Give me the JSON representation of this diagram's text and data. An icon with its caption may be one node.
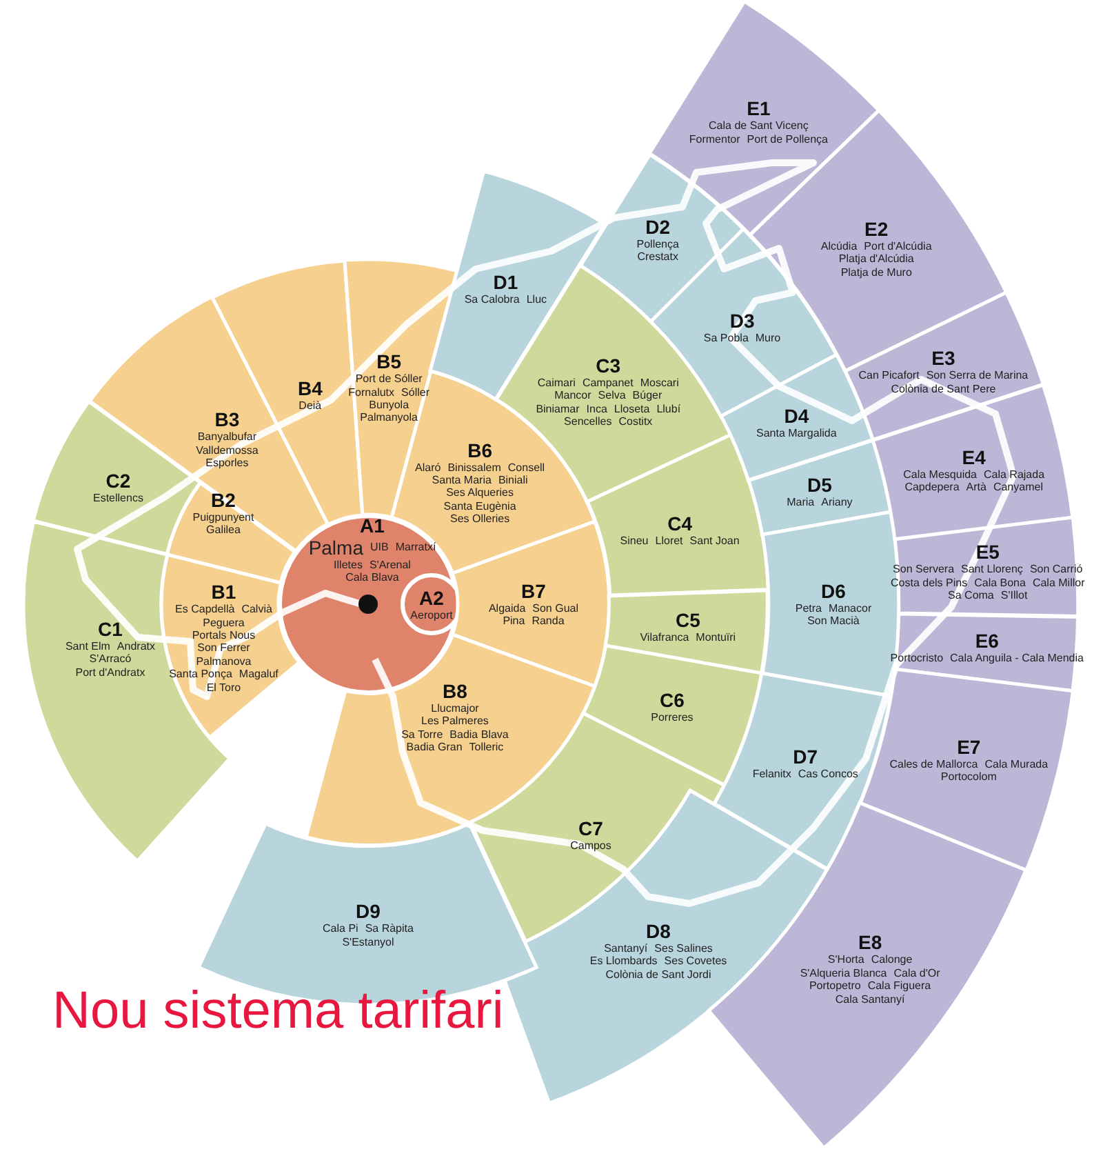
{
  "diagram": {
    "title": "Nou sistema tarifari",
    "nodes": [
      {
        "text": [
          "A1",
          "Palma",
          "UIB",
          "Marratxí",
          "Illetes",
          "S'Arenal",
          "Cala Blava"
        ]
      },
      {
        "text": [
          "A2",
          "Aeroport"
        ],
        "in": 0
      },
      {
        "text": [
          "B1",
          "Es Capdellà",
          "Calvià",
          "Peguera",
          "Portals Nous",
          "Son Ferrer",
          "Palmanova",
          "Santa Ponça",
          "Magaluf",
          "El Toro"
        ]
      },
      {
        "text": [
          "B2",
          "Puigpunyent",
          "Galilea"
        ]
      },
      {
        "text": [
          "B3",
          "Banyalbufar",
          "Valldemossa",
          "Esporles"
        ]
      },
      {
        "text": [
          "B4",
          "Deià"
        ]
      },
      {
        "text": [
          "B5",
          "Port de Sóller",
          "Fornalutx",
          "Sóller",
          "Bunyola",
          "Palmanyola"
        ]
      },
      {
        "text": [
          "B6",
          "Alaró",
          "Binissalem",
          "Consell",
          "Santa Maria",
          "Biniali",
          "Ses Alqueries",
          "Santa Eugènia",
          "Ses Olleries"
        ]
      },
      {
        "text": [
          "B7",
          "Algaida",
          "Son Gual",
          "Pina",
          "Randa"
        ]
      },
      {
        "text": [
          "B8",
          "Llucmajor",
          "Les Palmeres",
          "Sa Torre",
          "Badia Blava",
          "Badia Gran",
          "Tolleric"
        ]
      },
      {
        "text": [
          "C1",
          "Sant Elm",
          "Andratx",
          "S'Arracó",
          "Port d'Andratx"
        ]
      },
      {
        "text": [
          "C2",
          "Estellencs"
        ]
      },
      {
        "text": [
          "C3",
          "Caimari",
          "Campanet",
          "Moscari",
          "Mancor",
          "Selva",
          "Búger",
          "Biniamar",
          "Inca",
          "Lloseta",
          "Llubí",
          "Sencelles",
          "Costitx"
        ]
      },
      {
        "text": [
          "C4",
          "Sineu",
          "Lloret",
          "Sant Joan"
        ]
      },
      {
        "text": [
          "C5",
          "Vilafranca",
          "Montuïri"
        ]
      },
      {
        "text": [
          "C6",
          "Porreres"
        ]
      },
      {
        "text": [
          "C7",
          "Campos"
        ]
      },
      {
        "text": [
          "D1",
          "Sa Calobra",
          "Lluc"
        ]
      },
      {
        "text": [
          "D2",
          "Pollença",
          "Crestatx"
        ]
      },
      {
        "text": [
          "D3",
          "Sa Pobla",
          "Muro"
        ]
      },
      {
        "text": [
          "D4",
          "Santa Margalida"
        ]
      },
      {
        "text": [
          "D5",
          "Maria",
          "Ariany"
        ]
      },
      {
        "text": [
          "D6",
          "Petra",
          "Manacor",
          "Son Macià"
        ]
      },
      {
        "text": [
          "D7",
          "Felanitx",
          "Cas Concos"
        ]
      },
      {
        "text": [
          "D8",
          "Santanyí",
          "Ses Salines",
          "Es Llombards",
          "Ses Covetes",
          "Colònia de Sant Jordi"
        ]
      },
      {
        "text": [
          "D9",
          "Cala Pi",
          "Sa Ràpita",
          "S'Estanyol"
        ]
      },
      {
        "text": [
          "E1",
          "Cala de Sant Vicenç",
          "Formentor",
          "Port de Pollença"
        ]
      },
      {
        "text": [
          "E2",
          "Alcúdia",
          "Port d'Alcúdia",
          "Platja d'Alcúdia",
          "Platja de Muro"
        ]
      },
      {
        "text": [
          "E3",
          "Can Picafort",
          "Son Serra de Marina",
          "Colònia de Sant Pere"
        ]
      },
      {
        "text": [
          "E4",
          "Cala Mesquida",
          "Cala Rajada",
          "Capdepera",
          "Artà",
          "Canyamel"
        ]
      },
      {
        "text": [
          "E5",
          "Son Servera",
          "Sant Llorenç",
          "Son Carrió",
          "Costa dels Pins",
          "Cala Bona",
          "Cala Millor",
          "Sa Coma",
          "S'Illot"
        ]
      },
      {
        "text": [
          "E6",
          "Portocristo",
          "Cala Anguila - Cala Mendia"
        ]
      },
      {
        "text": [
          "E7",
          "Cales de Mallorca",
          "Cala Murada",
          "Portocolom"
        ]
      },
      {
        "text": [
          "E8",
          "S'Horta",
          "Calonge",
          "S'Alqueria Blanca",
          "Cala d'Or",
          "Portopetro",
          "Cala Figuera",
          "Cala Santanyí"
        ]
      }
    ]
  }
}
